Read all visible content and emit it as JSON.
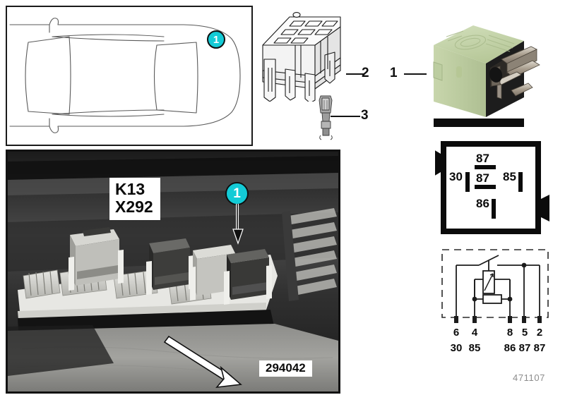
{
  "document": {
    "corner_id": "471107",
    "photo_number": "294042"
  },
  "car_panel": {
    "badge_label": "1",
    "view": "top-view-vehicle-outline"
  },
  "parts": {
    "socket_callout": "2",
    "relay_callout": "1",
    "terminal_callout": "3"
  },
  "photo": {
    "component_label_line1": "K13",
    "component_label_line2": "X292",
    "badge_label": "1",
    "number": "294042"
  },
  "relay": {
    "body_color": "#c3d2a6",
    "terminal_color": "#b9b2a4"
  },
  "pin_layout": {
    "pins": [
      {
        "name": "87",
        "orientation": "horizontal",
        "position": "top-center"
      },
      {
        "name": "30",
        "orientation": "vertical",
        "position": "middle-left"
      },
      {
        "name": "87",
        "orientation": "horizontal",
        "position": "middle-center"
      },
      {
        "name": "85",
        "orientation": "vertical",
        "position": "middle-right"
      },
      {
        "name": "86",
        "orientation": "vertical",
        "position": "bottom-center"
      }
    ]
  },
  "schematic": {
    "pin_numbers": [
      "6",
      "4",
      "8",
      "5",
      "2"
    ],
    "terminal_names": [
      "30",
      "85",
      "86",
      "87",
      "87"
    ],
    "elements": [
      "switch-contact",
      "coil",
      "resistor",
      "dashed-enclosure"
    ]
  },
  "colors": {
    "badge_cyan": "#13cbd6",
    "outline_black": "#121212",
    "relay_green": "#c3d2a6",
    "corner_id_gray": "#8c8c8c"
  }
}
